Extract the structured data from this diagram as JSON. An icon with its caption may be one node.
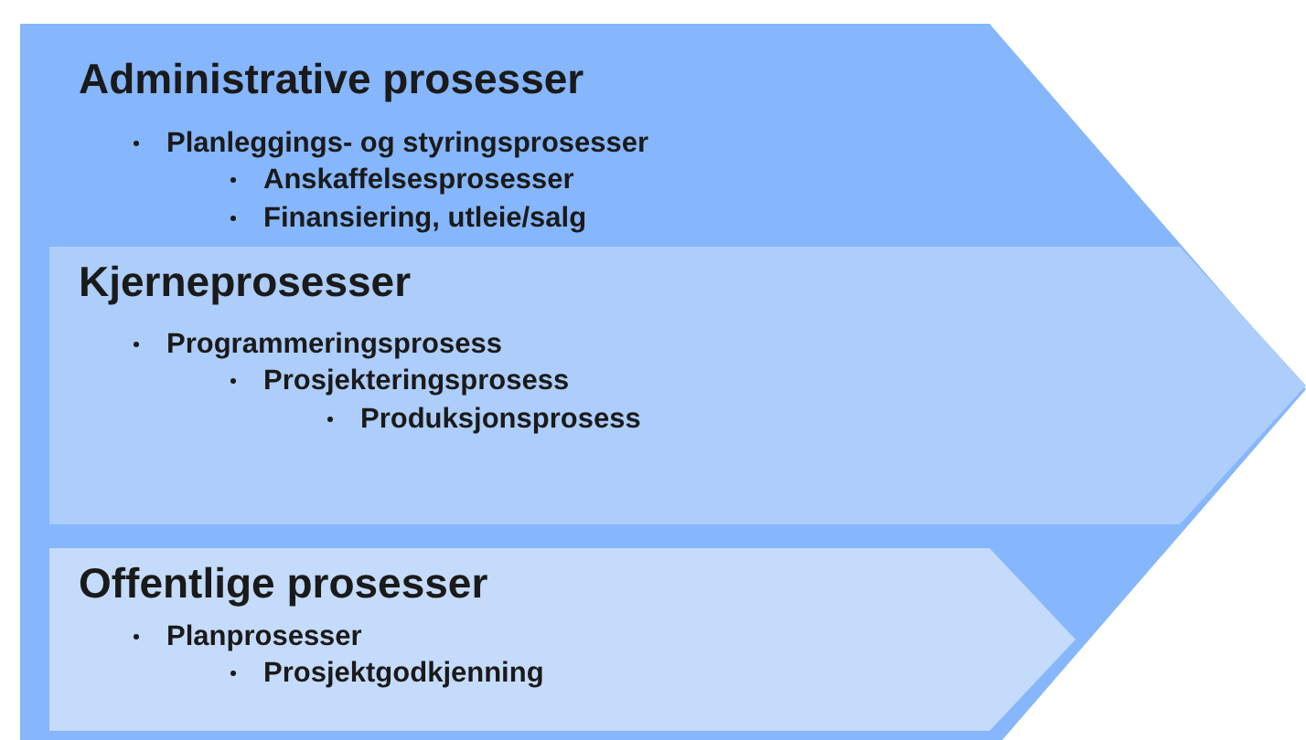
{
  "diagram": {
    "nodes": [
      {
        "text": [
          "Administrative prosesser",
          "Planleggings- og styringsprosesser",
          "Anskaffelsesprosesser",
          "Finansiering, utleie/salg"
        ]
      },
      {
        "text": [
          "Kjerneprosesser",
          "Programmeringsprosess",
          "Prosjekteringsprosess",
          "Produksjonsprosess"
        ],
        "in": 0
      },
      {
        "text": [
          "Offentlige prosesser",
          "Planprosesser",
          "Prosjektgodkjenning"
        ],
        "in": 0
      }
    ]
  }
}
